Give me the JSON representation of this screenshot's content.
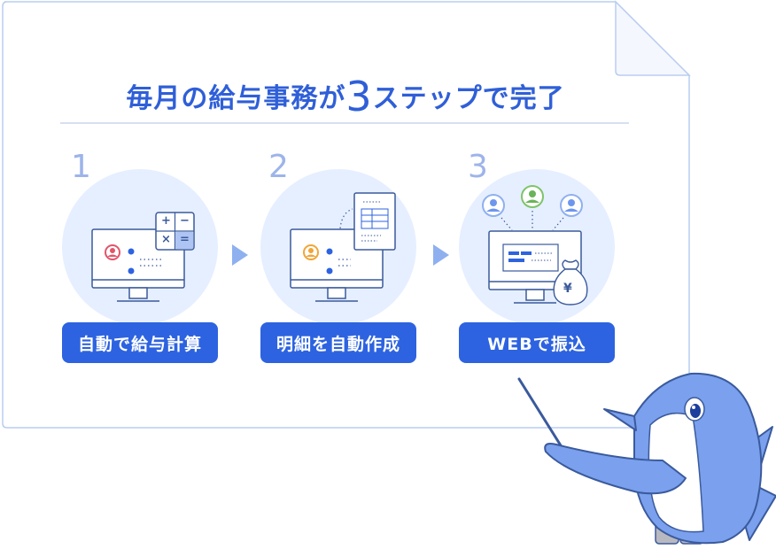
{
  "title": {
    "prefix": "毎月の給与事務が",
    "number": "3",
    "suffix": "ステップで完了"
  },
  "steps": [
    {
      "number": "1",
      "label": "自動で給与計算"
    },
    {
      "number": "2",
      "label": "明細を自動作成"
    },
    {
      "number": "3",
      "label": "WEBで振込"
    }
  ],
  "icons": {
    "calculator_keys": [
      "+",
      "−",
      "×",
      "="
    ],
    "yen_symbol": "¥"
  },
  "colors": {
    "accent": "#2d63e0",
    "title": "#2f5fd8",
    "circle": "#e6efff",
    "line": "#3a5a9c",
    "frame": "#b9cdf0"
  }
}
